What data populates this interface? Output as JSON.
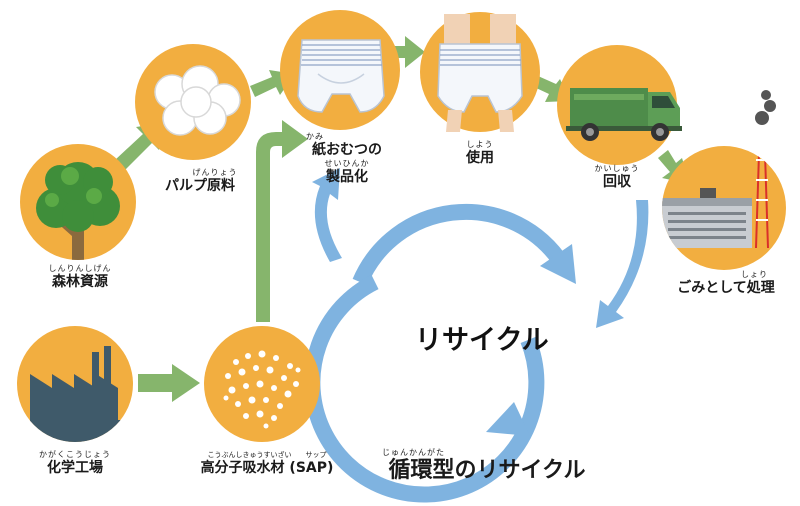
{
  "labels": {
    "forest": {
      "ruby": "しんりんしげん",
      "text": "森林資源"
    },
    "pulp": {
      "ruby": "げんりょう",
      "text": "パルプ原料"
    },
    "product": {
      "ruby_top": "かみ",
      "text_top": "紙おむつの",
      "ruby_bottom": "せいひんか",
      "text_bottom": "製品化"
    },
    "use": {
      "ruby": "しよう",
      "text": "使用"
    },
    "collect": {
      "ruby": "かいしゅう",
      "text": "回収"
    },
    "disposal": {
      "ruby": "しょり",
      "text": "ごみとして処理"
    },
    "chemical": {
      "ruby": "かがくこうじょう",
      "text": "化学工場"
    },
    "sap": {
      "ruby": "こうぶんしきゅうすいざい　　サップ",
      "text": "高分子吸水材 (SAP)"
    }
  },
  "center_label": "リサイクル",
  "cycle_label": {
    "ruby": "じゅんかんがた",
    "text": "循環型のリサイクル"
  },
  "colors": {
    "circle": "#F2AE40",
    "flow_arrow": "#86B56C",
    "cycle_arrow": "#7FB3E0"
  },
  "icons": [
    "tree-icon",
    "cotton-icon",
    "diaper-icon",
    "worn-diaper-icon",
    "garbage-truck-icon",
    "incinerator-icon",
    "factory-icon",
    "sap-beads-icon"
  ]
}
